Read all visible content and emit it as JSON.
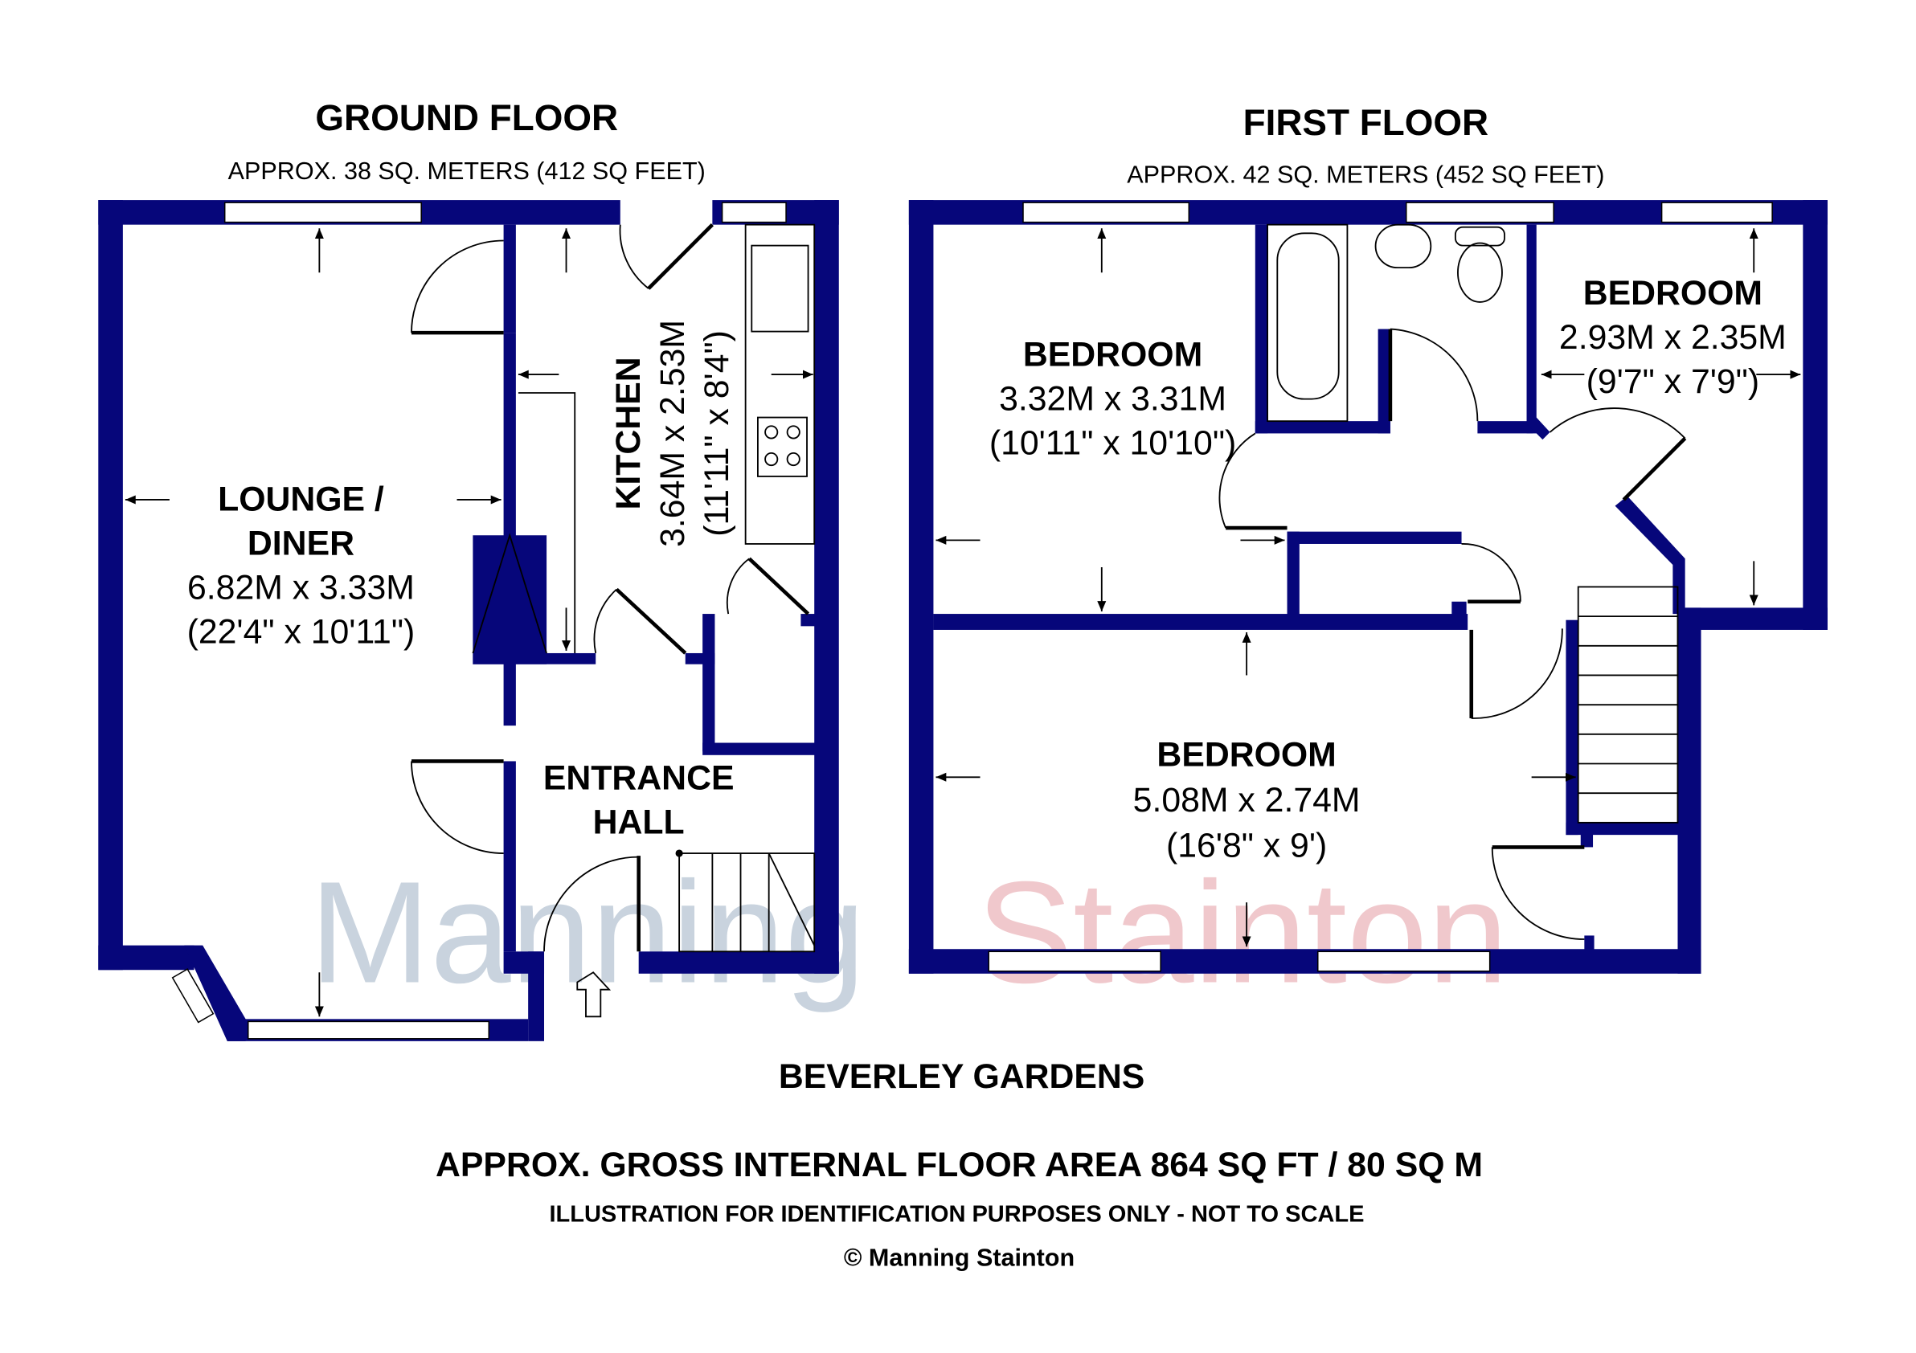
{
  "ground_floor": {
    "title": "GROUND FLOOR",
    "area": "APPROX. 38 SQ. METERS (412 SQ FEET)",
    "rooms": [
      {
        "name_line1": "LOUNGE /",
        "name_line2": "DINER",
        "metric": "6.82M x 3.33M",
        "imperial": "(22'4\" x 10'11\")"
      },
      {
        "name": "KITCHEN",
        "metric": "3.64M x 2.53M",
        "imperial": "(11'11\" x 8'4\")"
      },
      {
        "name_line1": "ENTRANCE",
        "name_line2": "HALL"
      }
    ]
  },
  "first_floor": {
    "title": "FIRST FLOOR",
    "area": "APPROX. 42 SQ. METERS (452 SQ FEET)",
    "rooms": [
      {
        "name": "BEDROOM",
        "metric": "3.32M x 3.31M",
        "imperial": "(10'11\" x 10'10\")"
      },
      {
        "name": "BEDROOM",
        "metric": "2.93M x 2.35M",
        "imperial": "(9'7\" x 7'9\")"
      },
      {
        "name": "BEDROOM",
        "metric": "5.08M x 2.74M",
        "imperial": "(16'8\" x 9')"
      }
    ]
  },
  "watermark": {
    "word1": "Manning",
    "word2": "Stainton",
    "color1": "#c9d3de",
    "color2": "#f0c8cc"
  },
  "footer": {
    "address": "BEVERLEY GARDENS",
    "gross_area": "APPROX. GROSS INTERNAL FLOOR AREA 864 SQ FT / 80 SQ M",
    "disclaimer": "ILLUSTRATION FOR IDENTIFICATION PURPOSES ONLY - NOT TO SCALE",
    "copyright": "© Manning Stainton"
  },
  "colors": {
    "wall": "#06067a"
  }
}
